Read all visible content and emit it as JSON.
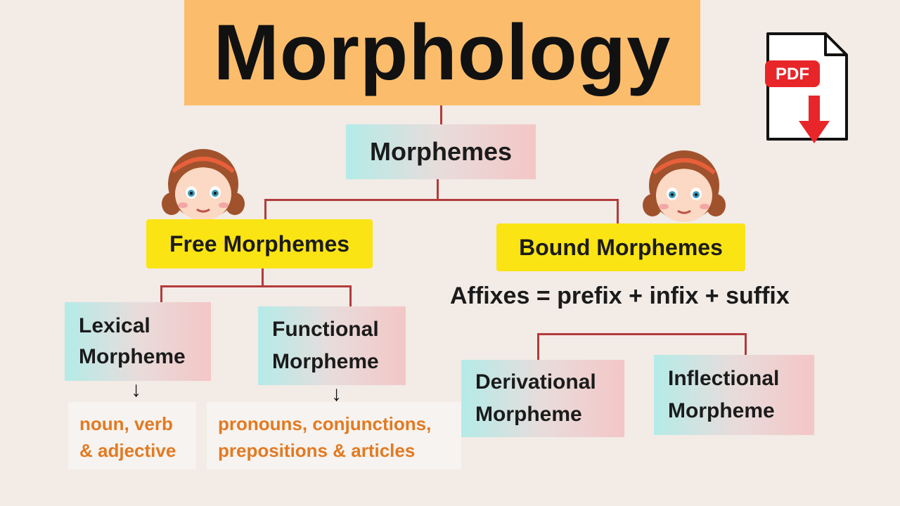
{
  "title": "Morphology",
  "pdf_icon": {
    "label": "PDF",
    "icon": "pdf-download-icon",
    "color": "#e8262a"
  },
  "root": {
    "label": "Morphemes"
  },
  "free": {
    "label": "Free Morphemes",
    "lexical": {
      "line1": "Lexical",
      "line2": "Morpheme",
      "examples_line1": "noun, verb",
      "examples_line2": "& adjective"
    },
    "functional": {
      "line1": "Functional",
      "line2": "Morpheme",
      "examples_line1": "pronouns, conjunctions,",
      "examples_line2": "prepositions & articles"
    }
  },
  "bound": {
    "label": "Bound Morphemes",
    "affixes": "Affixes = prefix + infix + suffix",
    "derivational": {
      "line1": "Derivational",
      "line2": "Morpheme"
    },
    "inflectional": {
      "line1": "Inflectional",
      "line2": "Morpheme"
    }
  },
  "colors": {
    "title_bg": "#fbbd6c",
    "yellow": "#fbe414",
    "connector": "#b23b3b",
    "example_text": "#e27a22"
  }
}
